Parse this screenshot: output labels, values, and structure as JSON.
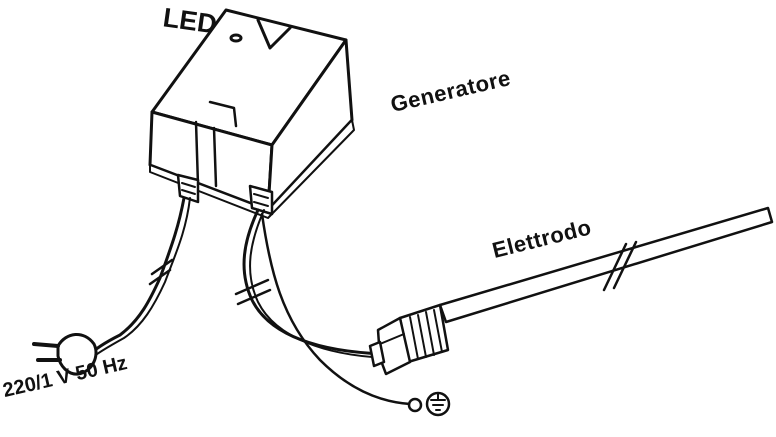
{
  "labels": {
    "led": "LED",
    "generator": "Generatore",
    "electrode": "Elettrodo",
    "power": "220/1 V  50 Hz"
  },
  "colors": {
    "stroke": "#111111",
    "fill": "#ffffff"
  }
}
